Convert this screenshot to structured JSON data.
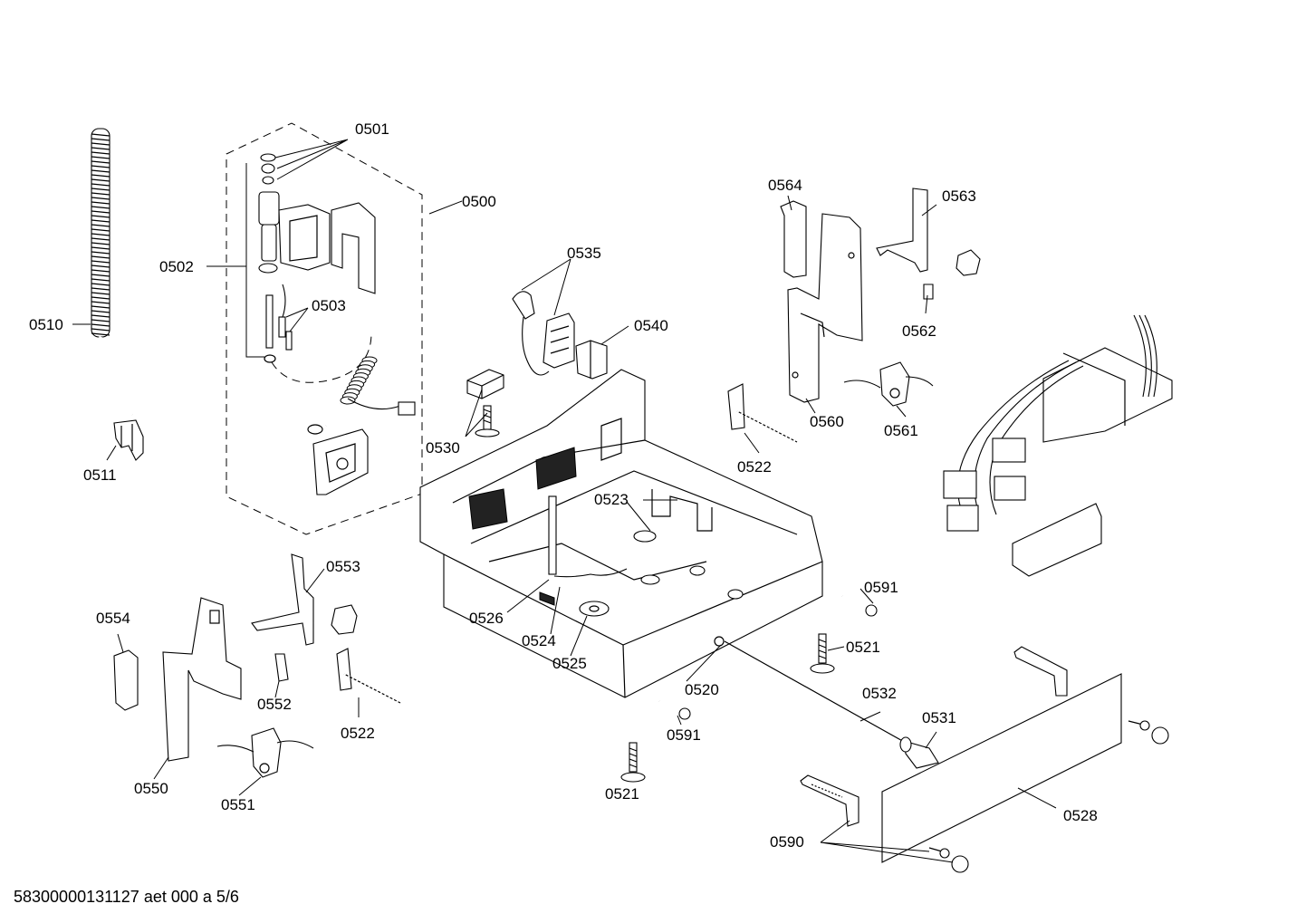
{
  "labels": {
    "l0501": "0501",
    "l0500": "0500",
    "l0502": "0502",
    "l0503": "0503",
    "l0510": "0510",
    "l0511": "0511",
    "l0535": "0535",
    "l0540": "0540",
    "l0530": "0530",
    "l0564": "0564",
    "l0563": "0563",
    "l0562": "0562",
    "l0560": "0560",
    "l0561": "0561",
    "l0522a": "0522",
    "l0523": "0523",
    "l0526": "0526",
    "l0524": "0524",
    "l0525": "0525",
    "l0520": "0520",
    "l0591a": "0591",
    "l0521a": "0521",
    "l0532": "0532",
    "l0531": "0531",
    "l0591b": "0591",
    "l0521b": "0521",
    "l0528": "0528",
    "l0590": "0590",
    "l0553": "0553",
    "l0554": "0554",
    "l0552": "0552",
    "l0522b": "0522",
    "l0550": "0550",
    "l0551": "0551"
  },
  "footer": "58300000131127 aet 000 a 5/6"
}
